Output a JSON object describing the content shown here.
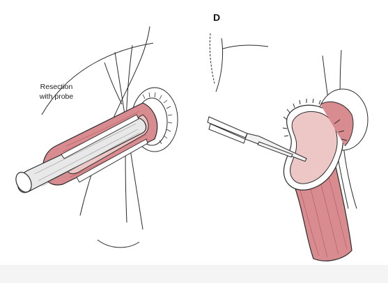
{
  "figure": {
    "left_label_line1": "Resection",
    "left_label_line2": "with probe",
    "panel_letter": "D"
  },
  "colors": {
    "tissue_pink": "#d98c8f",
    "tissue_dark": "#c26a70",
    "inner_pink": "#ecc7c5",
    "probe_grey": "#e8e8e8",
    "line": "#2a2a2a",
    "page_bottom": "#f4f4f4"
  },
  "icons": {
    "scissors": "surgical-scissors-icon"
  }
}
